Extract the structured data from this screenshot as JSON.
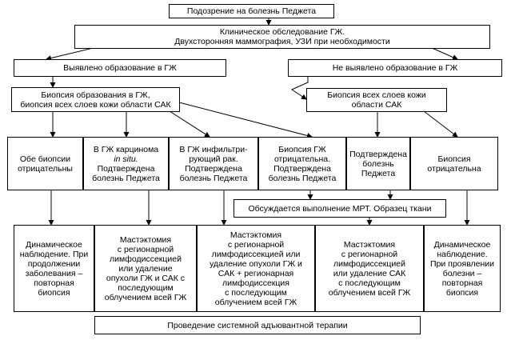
{
  "nodes": {
    "suspicion": "Подозрение на болезнь Педжета",
    "clinical_exam": "Клиническое обследование ГЖ.\nДвухсторонняя маммография, УЗИ при необходимости",
    "found": "Выявлено образование  в ГЖ",
    "not_found": "Не выявлено образование в ГЖ",
    "biopsy_left": "Биопсия образования в ГЖ,\nбиопсия всех слоев кожи области САК",
    "biopsy_right": "Биопсия всех слоев кожи\nобласти САК",
    "both_negative": "Обе биопсии\nотрицательны",
    "carcinoma_in_situ_pre": "В ГЖ карцинома",
    "carcinoma_in_situ_italic": "in situ.",
    "carcinoma_in_situ_post": "Подтверждена\nболезнь Педжета",
    "infiltrating": "В ГЖ инфильтри-\nрующий рак.\nПодтверждена\nболезнь Педжета",
    "biopsy_gj_negative": "Биопсия ГЖ\nотрицательна.\nПодтверждена\nболезнь Педжета",
    "paget_confirmed": "Подтверждена\nболезнь\nПеджета",
    "biopsy_negative": "Биопсия\nотрицательна",
    "mri_discussed": "Обсуждается выполнение МРТ. Образец ткани",
    "observation_left": "Динамическое\nнаблюдение. При\nпродолжении\nзаболевания –\nповторная\nбиопсия",
    "mastectomy_1": "Мастэктомия\nс регионарной\nлимфодиссекцией\nили удаление\nопухоли ГЖ и САК с\nпоследующим\nоблучением всей ГЖ",
    "mastectomy_2": "Мастэктомия\nс регионарной\nлимфодиссекцией или\nудаление опухоли ГЖ и\nСАК + регионарная\nлимфодиссекция\nс последующим\nоблучением всей ГЖ",
    "mastectomy_3": "Мастэктомия\nс регионарной\nлимфодиссекцией\nили удаление САК\nс последующим\nоблучением всей ГЖ",
    "observation_right": "Динамическое\nнаблюдение.\nПри проявлении\nболезни –\nповторная\nбиопсия",
    "adjuvant": "Проведение системной адъювантной терапии"
  }
}
